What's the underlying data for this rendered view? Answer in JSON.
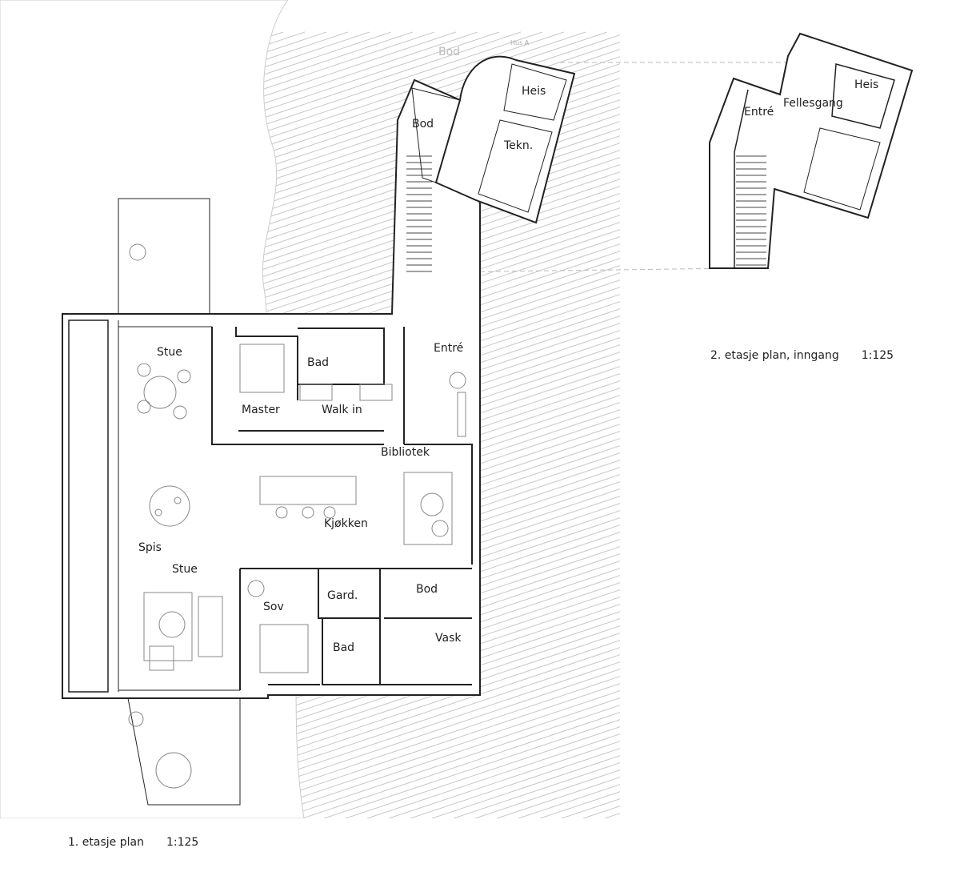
{
  "plan_ground": {
    "caption": "1. etasje plan",
    "scale": "1:125",
    "rooms": {
      "stue_top": "Stue",
      "master": "Master",
      "bad_top": "Bad",
      "walk_in": "Walk in",
      "entre": "Entré",
      "bibliotek": "Bibliotek",
      "kjokken": "Kjøkken",
      "spis": "Spis",
      "stue_bottom": "Stue",
      "sov": "Sov",
      "gard": "Gard.",
      "bod_bottom": "Bod",
      "bad_bottom": "Bad",
      "vask": "Vask",
      "bod_top": "Bod",
      "heis": "Heis",
      "tekn": "Tekn.",
      "bod_neighbour": "Bod",
      "hus_a": "Hus A"
    }
  },
  "plan_upper": {
    "caption": "2. etasje plan, inngang",
    "scale": "1:125",
    "rooms": {
      "entre": "Entré",
      "fellesgang": "Fellesgang",
      "heis": "Heis"
    }
  },
  "colors": {
    "wall": "#222222",
    "hatch": "#c8c8c8",
    "furniture": "#999999"
  }
}
